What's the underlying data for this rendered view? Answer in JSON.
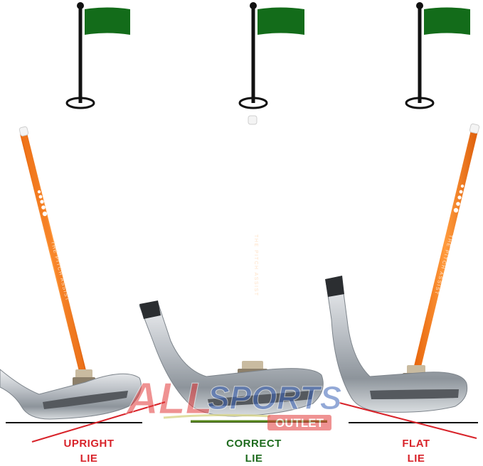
{
  "panels": [
    {
      "label_line1": "UPRIGHT",
      "label_line2": "LIE",
      "label_color": "#d8232a",
      "lie_line_color": "#d8232a"
    },
    {
      "label_line1": "CORRECT",
      "label_line2": "LIE",
      "label_color": "#1e6b1e",
      "lie_line_color": "#5a8a1e"
    },
    {
      "label_line1": "FLAT",
      "label_line2": "LIE",
      "label_color": "#d8232a",
      "lie_line_color": "#d8232a"
    }
  ],
  "shaft_text": "THE PITCH ASSIST",
  "watermark": {
    "part1": "ALL",
    "part2": "SPORTS",
    "part3": "OUTLET"
  },
  "colors": {
    "flag": "#136c1a",
    "pole": "#111111",
    "shaft": "#f47a20",
    "ground_line": "#111111",
    "club_metal": "#c4c8cc"
  }
}
